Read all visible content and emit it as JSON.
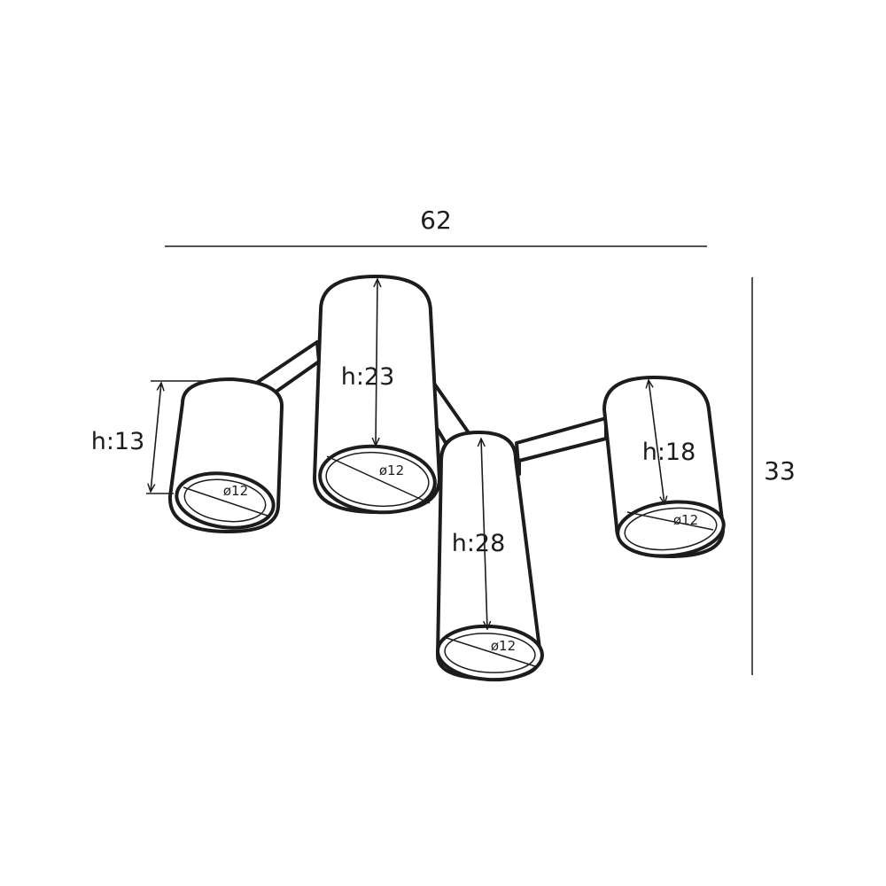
{
  "dimensions": {
    "overall_width": "62",
    "overall_height": "33"
  },
  "spotlights": [
    {
      "height_label": "h:13",
      "diameter_label": "ø12"
    },
    {
      "height_label": "h:23",
      "diameter_label": "ø12"
    },
    {
      "height_label": "h:28",
      "diameter_label": "ø12"
    },
    {
      "height_label": "h:18",
      "diameter_label": "ø12"
    }
  ],
  "colors": {
    "line": "#1c1c1c",
    "background": "#ffffff"
  }
}
